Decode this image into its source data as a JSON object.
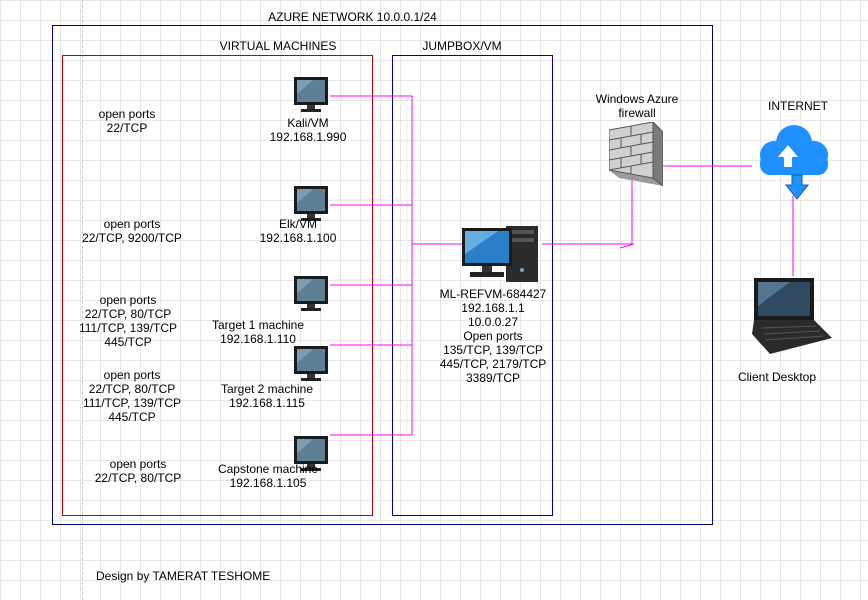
{
  "colors": {
    "azure_border": "#000080",
    "vm_border": "#c00000",
    "jumpbox_border": "#0000a0",
    "wire": "#ff00ff"
  },
  "azure": {
    "title": "AZURE NETWORK 10.0.0.1/24"
  },
  "vms": {
    "title": "VIRTUAL MACHINES",
    "items": [
      {
        "name": "Kali/VM",
        "ip": "192.168.1.990",
        "ports": "open ports\n22/TCP"
      },
      {
        "name": "Elk/VM",
        "ip": "192.168.1.100",
        "ports": "open ports\n22/TCP, 9200/TCP"
      },
      {
        "name": "Target 1 machine",
        "ip": "192.168.1.110",
        "ports": "open ports\n22/TCP, 80/TCP\n111/TCP, 139/TCP\n445/TCP"
      },
      {
        "name": "Target 2 machine",
        "ip": "192.168.1.115",
        "ports": "open ports\n22/TCP, 80/TCP\n111/TCP, 139/TCP\n445/TCP"
      },
      {
        "name": "Capstone machine",
        "ip": "192.168.1.105",
        "ports": "open ports\n22/TCP, 80/TCP"
      }
    ]
  },
  "jumpbox": {
    "title": "JUMPBOX/VM",
    "server": "ML-REFVM-684427\n192.168.1.1\n10.0.0.27\nOpen ports\n135/TCP, 139/TCP\n445/TCP, 2179/TCP\n3389/TCP"
  },
  "firewall": {
    "label": "Windows Azure\nfirewall",
    "icon": "firewall-brick-icon"
  },
  "internet": {
    "label": "INTERNET",
    "icon": "cloud-upload-icon"
  },
  "client": {
    "label": "Client Desktop",
    "icon": "laptop-icon"
  },
  "credit": "Design by TAMERAT TESHOME"
}
